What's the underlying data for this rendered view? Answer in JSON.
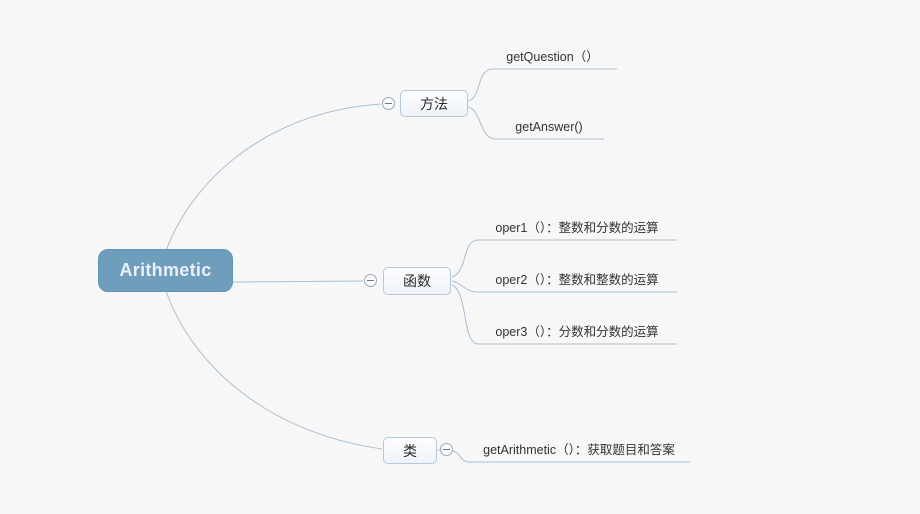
{
  "app": {
    "type": "mind-map",
    "background_color": "#f7f7f7",
    "line_color": "#a9bfd3"
  },
  "root": {
    "label": "Arithmetic",
    "fill_color": "#6f9dbc",
    "text_color": "#e9f2f9"
  },
  "branches": [
    {
      "label": "方法",
      "collapse_state": "expanded",
      "children": [
        {
          "label": "getQuestion（）"
        },
        {
          "label": "getAnswer()"
        }
      ]
    },
    {
      "label": "函数",
      "collapse_state": "expanded",
      "children": [
        {
          "label": "oper1（）：整数和分数的运算"
        },
        {
          "label": "oper2（）：整数和整数的运算"
        },
        {
          "label": "oper3（）：分数和分数的运算"
        }
      ]
    },
    {
      "label": "类",
      "collapse_state": "expanded",
      "children": [
        {
          "label": "getArithmetic（）：获取题目和答案"
        }
      ]
    }
  ]
}
